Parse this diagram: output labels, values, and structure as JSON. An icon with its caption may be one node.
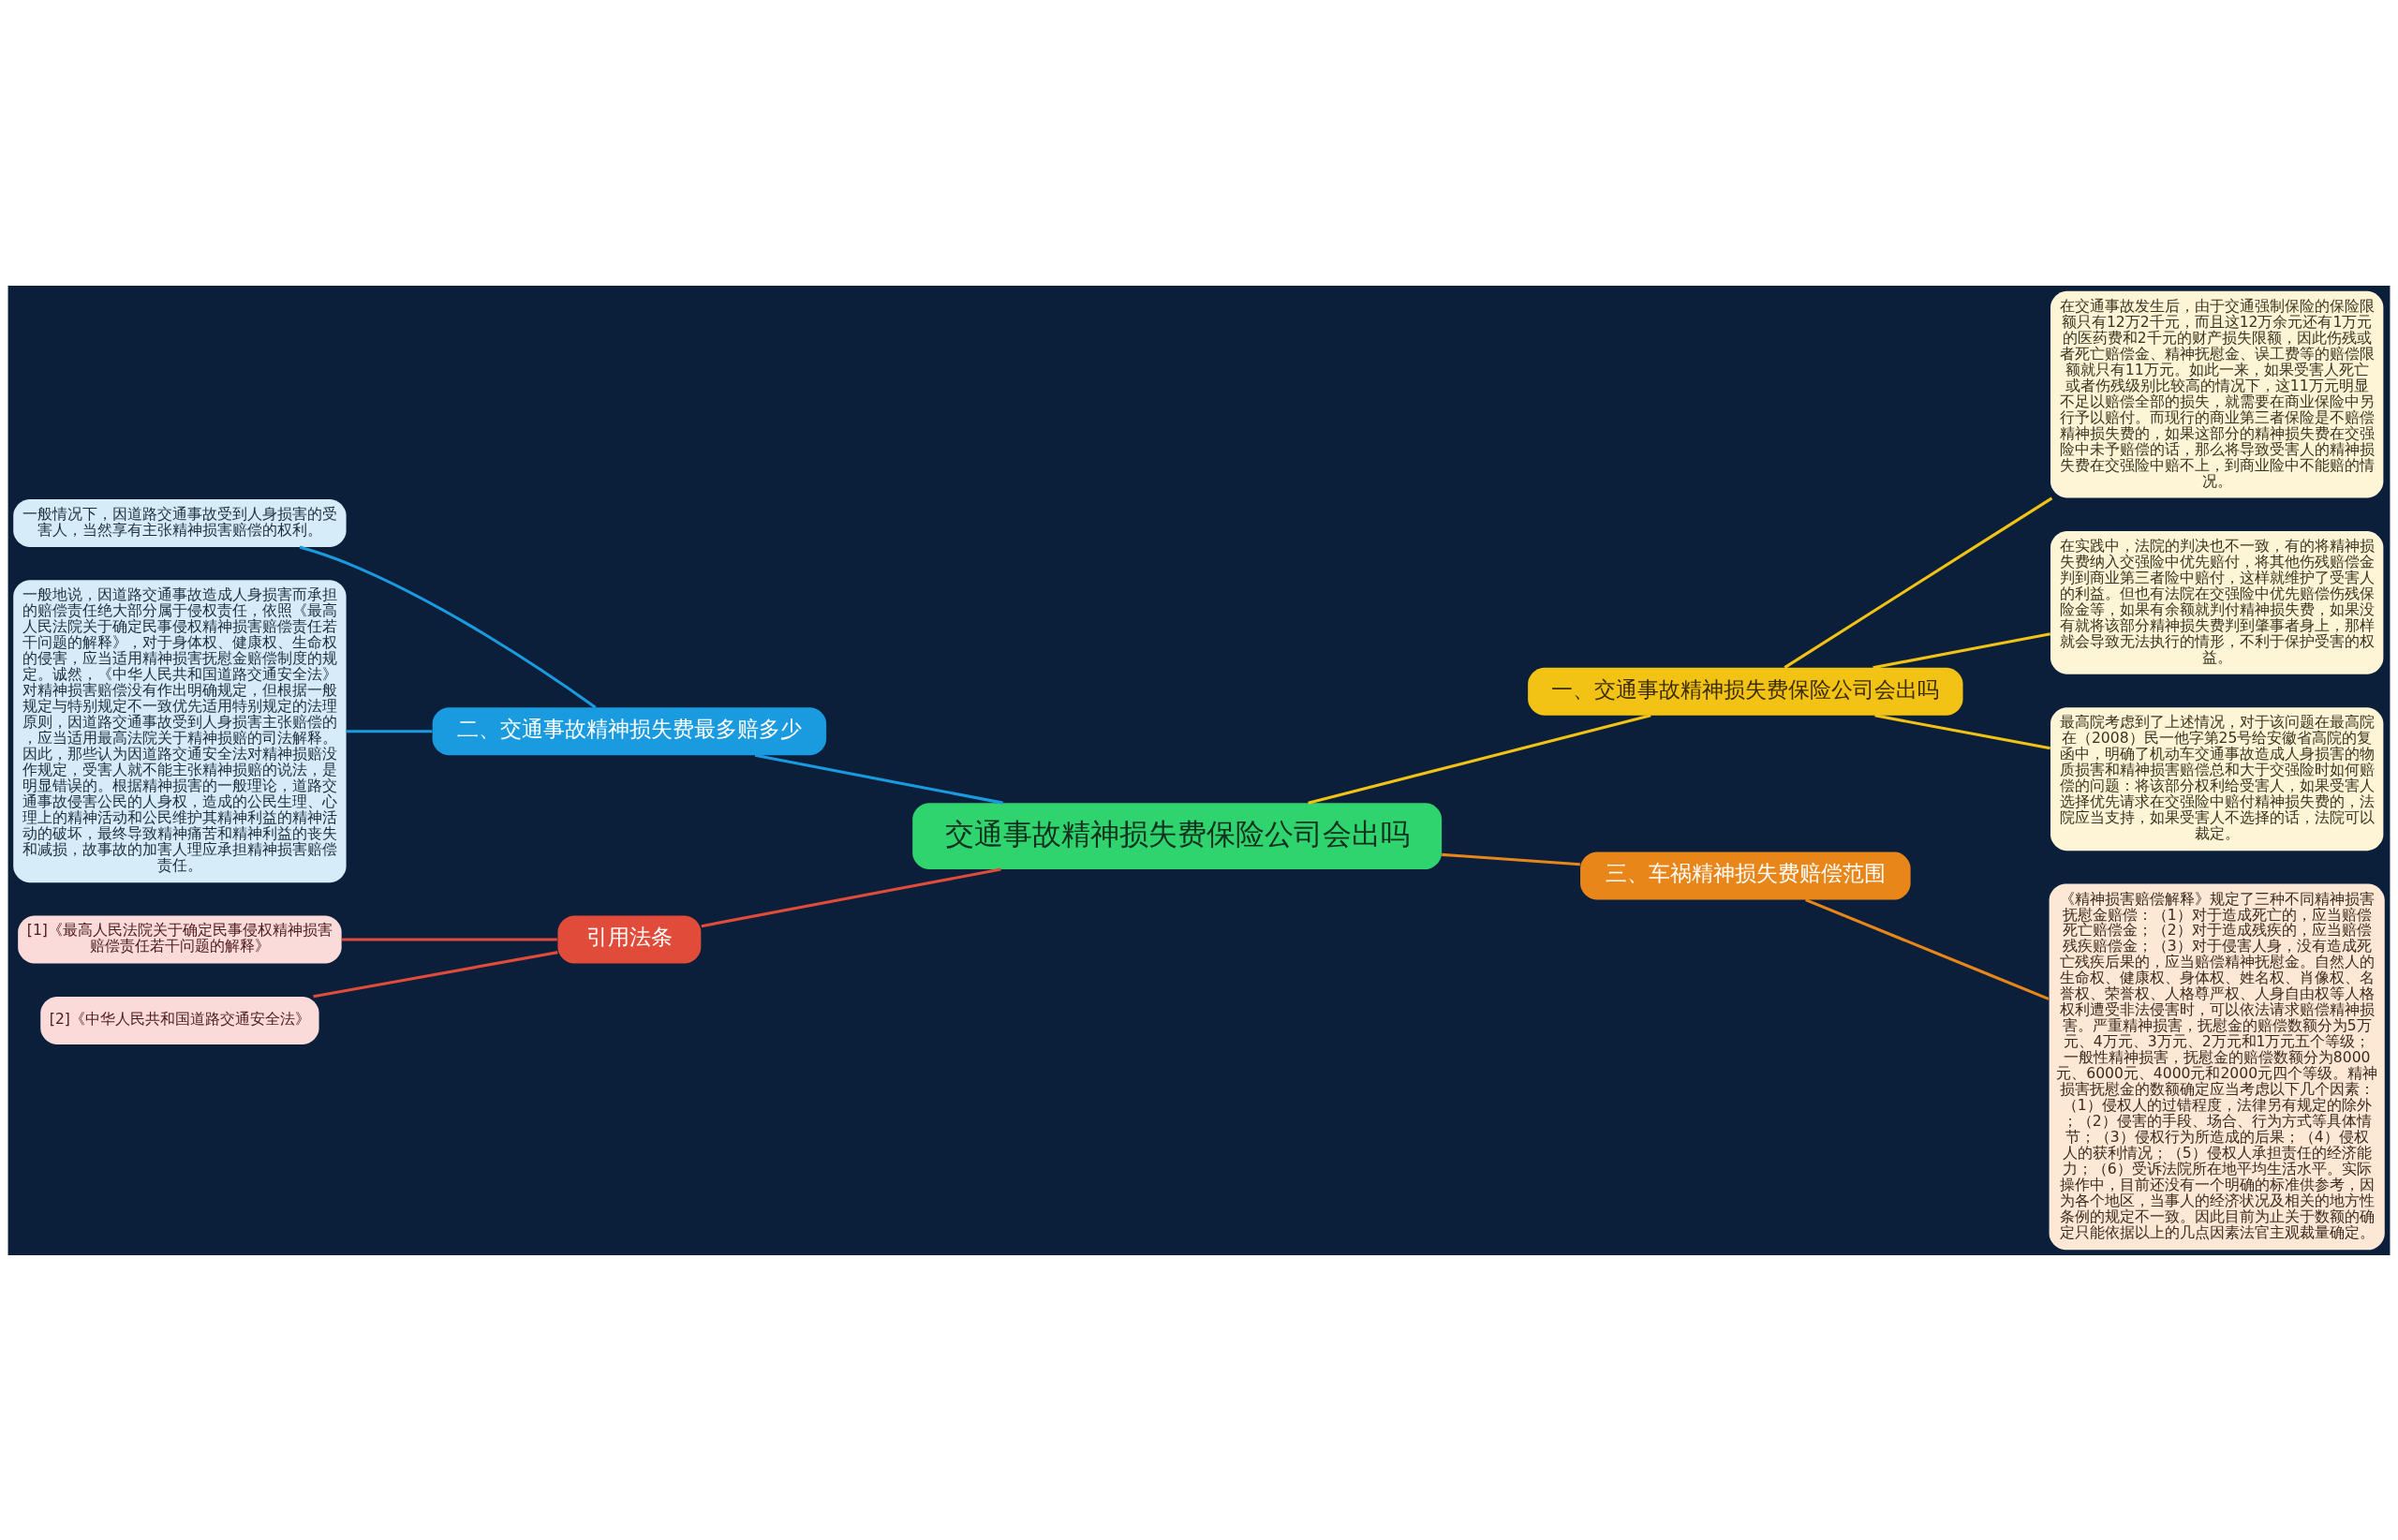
{
  "diagram": {
    "nodes": [
      {
        "text": [
          "交通事故精神损失费保险公司会出吗"
        ]
      },
      {
        "text": [
          "一、交通事故精神损失费保险公司会出吗"
        ]
      },
      {
        "text": [
          "在交通事故发生后，由于交通强制保险的保险限额只有12万2千元，而且这12万余元还有1万元的医药费和2千元的财产损失限额，因此伤残或者死亡赔偿金、精神抚慰金、误工费等的赔偿限额就只有11万元。如此一来，如果受害人死亡或者伤残级别比较高的情况下，这11万元明显不足以赔偿全部的损失，就需要在商业保险中另行予以赔付。而现行的商业第三者保险是不赔偿精神损失费的，如果这部分的精神损失费在交强险中未予赔偿的话，那么将导致受害人的精神损失费在交强险中赔不上，到商业险中不能赔的情况。"
        ]
      },
      {
        "text": [
          "在实践中，法院的判决也不一致，有的将精神损失费纳入交强险中优先赔付，将其他伤残赔偿金判到商业第三者险中赔付，这样就维护了受害人的利益。但也有法院在交强险中优先赔偿伤残保险金等，如果有余额就判付精神损失费，如果没有就将该部分精神损失费判到肇事者身上，那样就会导致无法执行的情形，不利于保护受害的权益。"
        ]
      },
      {
        "text": [
          "最高院考虑到了上述情况，对于该问题在最高院在（2008）民一他字第25号给安徽省高院的复函中，明确了机动车交通事故造成人身损害的物质损害和精神损害赔偿总和大于交强险时如何赔偿的问题：将该部分权利给受害人，如果受害人选择优先请求在交强险中赔付精神损失费的，法院应当支持，如果受害人不选择的话，法院可以裁定。"
        ]
      },
      {
        "text": [
          "二、交通事故精神损失费最多赔多少"
        ]
      },
      {
        "text": [
          "一般情况下，因道路交通事故受到人身损害的受害人，当然享有主张精神损害赔偿的权利。"
        ]
      },
      {
        "text": [
          "一般地说，因道路交通事故造成人身损害而承担的赔偿责任绝大部分属于侵权责任，依照《最高人民法院关于确定民事侵权精神损害赔偿责任若干问题的解释》，对于身体权、健康权、生命权的侵害，应当适用精神损害抚慰金赔偿制度的规定。诚然，《中华人民共和国道路交通安全法》对精神损害赔偿没有作出明确规定，但根据一般规定与特别规定不一致优先适用特别规定的法理原则，因道路交通事故受到人身损害主张赔偿的，应当适用最高法院关于精神损赔的司法解释。因此，那些认为因道路交通安全法对精神损赔没作规定，受害人就不能主张精神损赔的说法，是明显错误的。根据精神损害的一般理论，道路交通事故侵害公民的人身权，造成的公民生理、心理上的精神活动和公民维护其精神利益的精神活动的破坏，最终导致精神痛苦和精神利益的丧失和减损，故事故的加害人理应承担精神损害赔偿责任。"
        ]
      },
      {
        "text": [
          "三、车祸精神损失费赔偿范围"
        ]
      },
      {
        "text": [
          "《精神损害赔偿解释》规定了三种不同精神损害抚慰金赔偿：（1）对于造成死亡的，应当赔偿死亡赔偿金；（2）对于造成残疾的，应当赔偿残疾赔偿金；（3）对于侵害人身，没有造成死亡残疾后果的，应当赔偿精神抚慰金。自然人的生命权、健康权、身体权、姓名权、肖像权、名誉权、荣誉权、人格尊严权、人身自由权等人格权利遭受非法侵害时，可以依法请求赔偿精神损害。严重精神损害，抚慰金的赔偿数额分为5万元、4万元、3万元、2万元和1万元五个等级；一般性精神损害，抚慰金的赔偿数额分为8000元、6000元、4000元和2000元四个等级。精神损害抚慰金的数额确定应当考虑以下几个因素：（1）侵权人的过错程度，法律另有规定的除外；（2）侵害的手段、场合、行为方式等具体情节；（3）侵权行为所造成的后果；（4）侵权人的获利情况；（5）侵权人承担责任的经济能力；（6）受诉法院所在地平均生活水平。实际操作中，目前还没有一个明确的标准供参考，因为各个地区，当事人的经济状况及相关的地方性条例的规定不一致。因此目前为止关于数额的确定只能依据以上的几点因素法官主观裁量确定。"
        ]
      },
      {
        "text": [
          "引用法条"
        ]
      },
      {
        "text": [
          "[1]《最高人民法院关于确定民事侵权精神损害赔偿责任若干问题的解释》"
        ]
      },
      {
        "text": [
          "[2]《中华人民共和国道路交通安全法》"
        ]
      }
    ],
    "edges": [
      {
        "from": 0,
        "to": 1,
        "arrow": "none",
        "color": "#f2c315"
      },
      {
        "from": 1,
        "to": 2,
        "arrow": "none",
        "color": "#f2c315"
      },
      {
        "from": 1,
        "to": 3,
        "arrow": "none",
        "color": "#f2c315"
      },
      {
        "from": 1,
        "to": 4,
        "arrow": "none",
        "color": "#f2c315"
      },
      {
        "from": 0,
        "to": 5,
        "arrow": "none",
        "color": "#1a9be0"
      },
      {
        "from": 5,
        "to": 6,
        "arrow": "none",
        "color": "#1a9be0"
      },
      {
        "from": 5,
        "to": 7,
        "arrow": "none",
        "color": "#1a9be0"
      },
      {
        "from": 0,
        "to": 8,
        "arrow": "none",
        "color": "#e8861a"
      },
      {
        "from": 8,
        "to": 9,
        "arrow": "none",
        "color": "#e8861a"
      },
      {
        "from": 0,
        "to": 10,
        "arrow": "none",
        "color": "#e04b3a"
      },
      {
        "from": 10,
        "to": 11,
        "arrow": "none",
        "color": "#e04b3a"
      },
      {
        "from": 10,
        "to": 12,
        "arrow": "none",
        "color": "#e04b3a"
      }
    ]
  }
}
